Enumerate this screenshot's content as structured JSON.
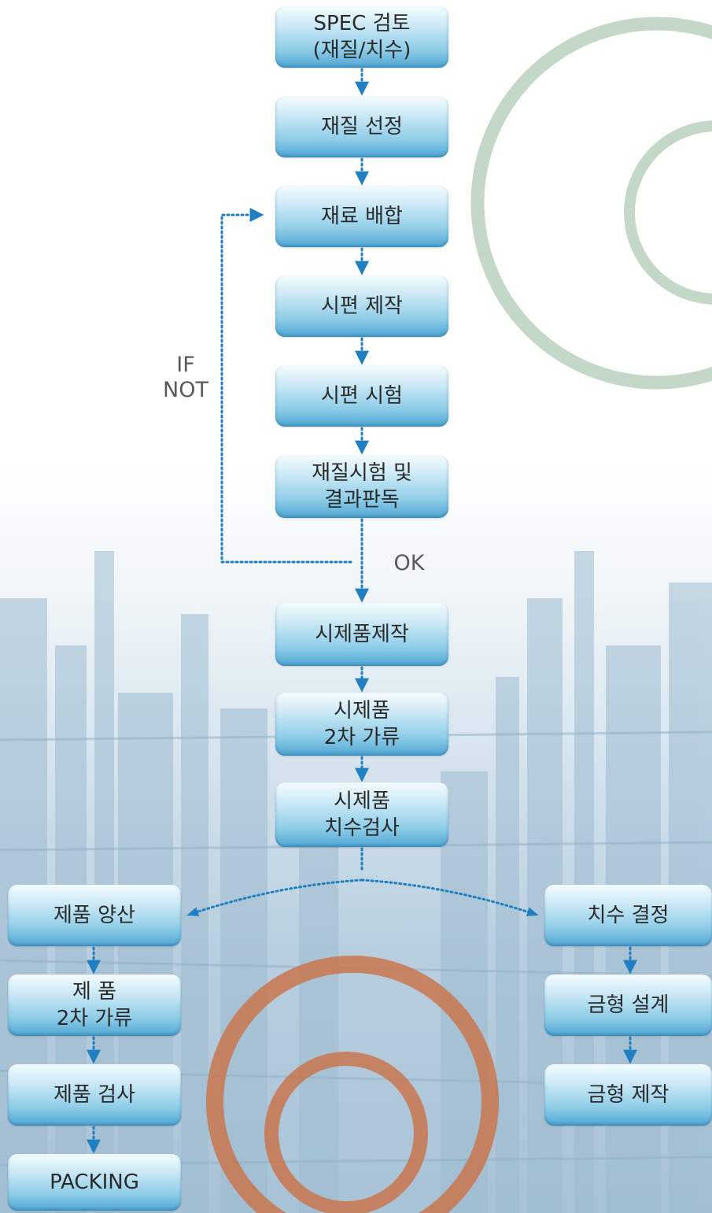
{
  "nodes": {
    "spec_review": "SPEC 검토\n(재질/치수)",
    "material_select": "재질 선정",
    "material_mix": "재료 배합",
    "specimen_make": "시편 제작",
    "specimen_test": "시편 시험",
    "material_test_eval": "재질시험 및\n결과판독",
    "prototype_make": "시제품제작",
    "prototype_cure": "시제품\n2차 가류",
    "prototype_inspect": "시제품\n치수검사",
    "mass_production": "제품 양산",
    "product_cure": "제 품\n2차 가류",
    "product_inspect": "제품 검사",
    "packing": "PACKING",
    "dimension_decide": "치수 결정",
    "mold_design": "금형 설계",
    "mold_make": "금형 제작"
  },
  "labels": {
    "if_not": "IF\nNOT",
    "ok": "OK"
  },
  "colors": {
    "arrow": "#1f7fc0",
    "box_top": "#f4fbfe",
    "box_bottom": "#4fa6d3",
    "ring_green": "#c3d8c6",
    "ring_orange": "#c9774f"
  }
}
